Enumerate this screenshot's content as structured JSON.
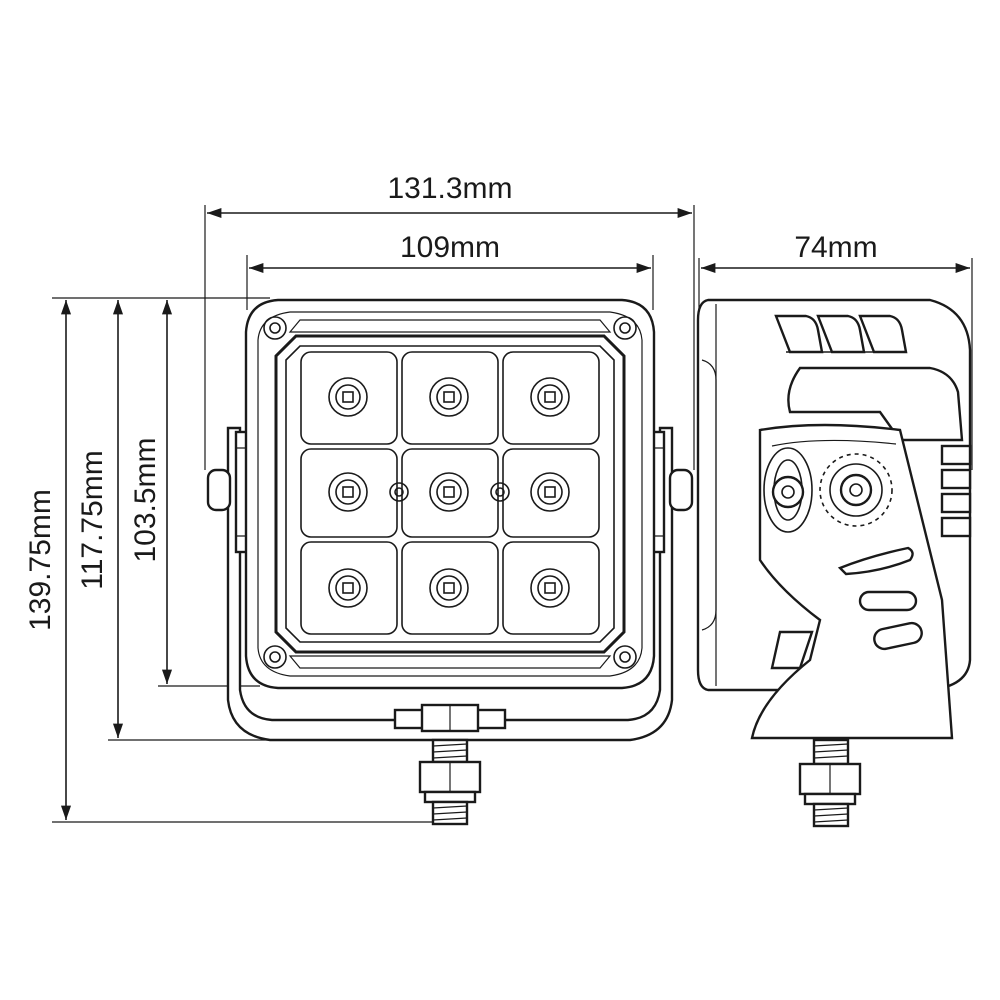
{
  "dimensions": {
    "overall_width": "131.3mm",
    "face_width": "109mm",
    "depth": "74mm",
    "overall_height": "139.75mm",
    "bracket_height": "117.75mm",
    "face_height": "103.5mm"
  },
  "colors": {
    "line": "#1a1a1a",
    "background": "#ffffff"
  }
}
